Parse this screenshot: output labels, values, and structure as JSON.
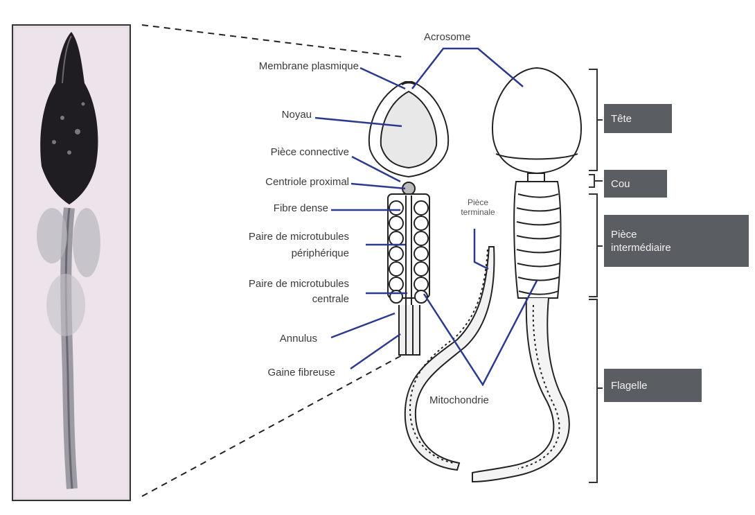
{
  "labels": {
    "acrosome": "Acrosome",
    "membrane": "Membrane plasmique",
    "noyau": "Noyau",
    "piece_connective": "Pièce connective",
    "centriole": "Centriole proximal",
    "fibre": "Fibre dense",
    "paire_periph_1": "Paire de microtubules",
    "paire_periph_2": "périphérique",
    "paire_centr_1": "Paire de microtubules",
    "paire_centr_2": "centrale",
    "annulus": "Annulus",
    "gaine": "Gaine fibreuse",
    "mitochondrie": "Mitochondrie",
    "piece_term_1": "Pièce",
    "piece_term_2": "terminale"
  },
  "regions": {
    "tete": "Tête",
    "cou": "Cou",
    "piece_inter_1": "Pièce",
    "piece_inter_2": "intermédiaire",
    "flagelle": "Flagelle"
  },
  "colors": {
    "pointer_lines": "#2b3a8f",
    "region_boxes": "#5a5e62"
  }
}
